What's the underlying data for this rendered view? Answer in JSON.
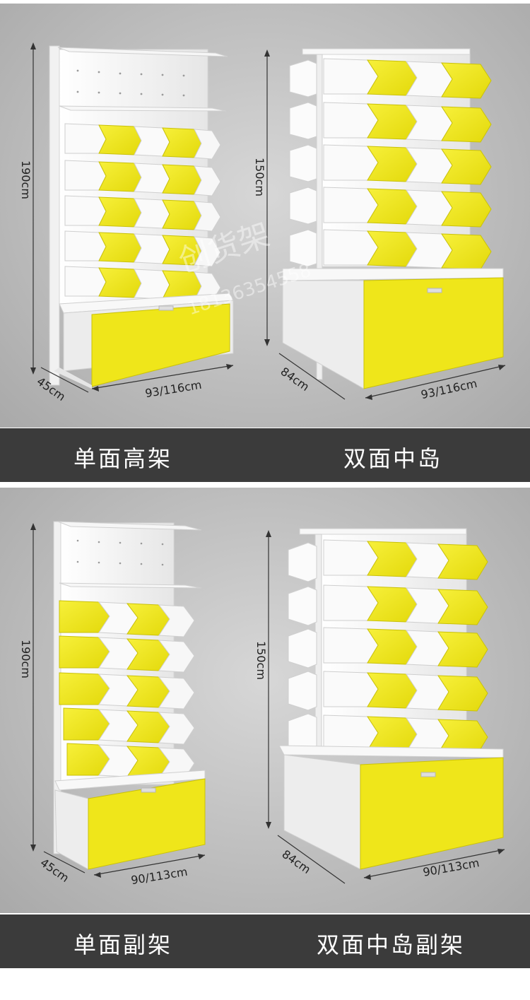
{
  "products": [
    {
      "name": "单面高架",
      "height": "190cm",
      "depth": "45cm",
      "width": "93/116cm"
    },
    {
      "name": "双面中岛",
      "height": "150cm",
      "depth": "84cm",
      "width": "93/116cm"
    },
    {
      "name": "单面副架",
      "height": "190cm",
      "depth": "45cm",
      "width": "90/113cm"
    },
    {
      "name": "双面中岛副架",
      "height": "150cm",
      "depth": "84cm",
      "width": "90/113cm"
    }
  ],
  "watermark": {
    "brand": "创货架",
    "phone": "18136354558"
  },
  "colors": {
    "accent_yellow": "#f2ea16",
    "panel_bg": "#b9b9b9",
    "band_bg": "#3b3b3b",
    "shelf_white": "#f4f4f4"
  }
}
